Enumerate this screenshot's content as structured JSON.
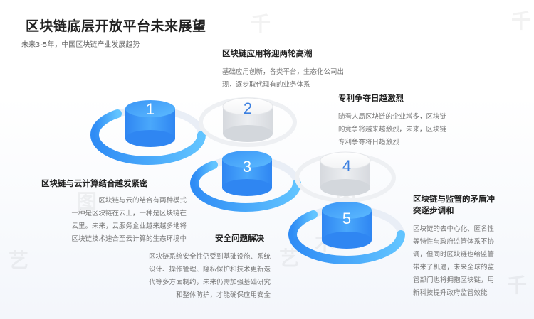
{
  "header": {
    "title": "区块链底层开放平台未来展望",
    "subtitle": "未来3-5年，中国区块链产业发展趋势"
  },
  "items": [
    {
      "number": "1",
      "title": "区块链与云计算结合越发紧密",
      "lines": [
        "区块链与云的结合有两种模式",
        "一种是区块链在云上，一种是区块链在",
        "云里。未来，云服务企业越来越多地将",
        "区块链技术速合至云计算的生态环境中"
      ]
    },
    {
      "number": "2",
      "title": "区块链应用将迎两轮高潮",
      "lines": [
        "基础应用创新，各类平台，生态化公司出",
        "现，逐步取代现有的业务体系"
      ]
    },
    {
      "number": "3",
      "title": "安全问题解决",
      "lines": [
        "区块链系统安全性仍受到基础设施、系统",
        "设计、操作管理、隐私保护和技术更新迭",
        "代等多方面制约，未来仍需加强基础研究",
        "和整体防护，才能确保应用安全"
      ]
    },
    {
      "number": "4",
      "title": "专利争夺日趋激烈",
      "lines": [
        "随看人局区块链的企业增多，区块链",
        "的竞争将越来越激烈，未来，区块链",
        "专利争夺将日趋激烈"
      ]
    },
    {
      "number": "5",
      "title_lines": [
        "区块链与监管的矛盾冲",
        "突逐步调和"
      ],
      "lines": [
        "区块链的去中心化、匿名性",
        "等特性与政府监管体系不协",
        "调，但同时区块链也给监管",
        "带来了机遇，未来全球的监",
        "管部门也将拥抱区块链，用",
        "新科技提升政府监管效能"
      ]
    }
  ],
  "colors": {
    "blue": "#2f8cf5",
    "blue_light": "#5fc2ff",
    "gray": "#d9dde3",
    "number_blue": "#3b7fe0"
  },
  "watermarks": [
    "千",
    "图",
    "艺",
    "术",
    "千",
    "图",
    "艺",
    "千"
  ]
}
